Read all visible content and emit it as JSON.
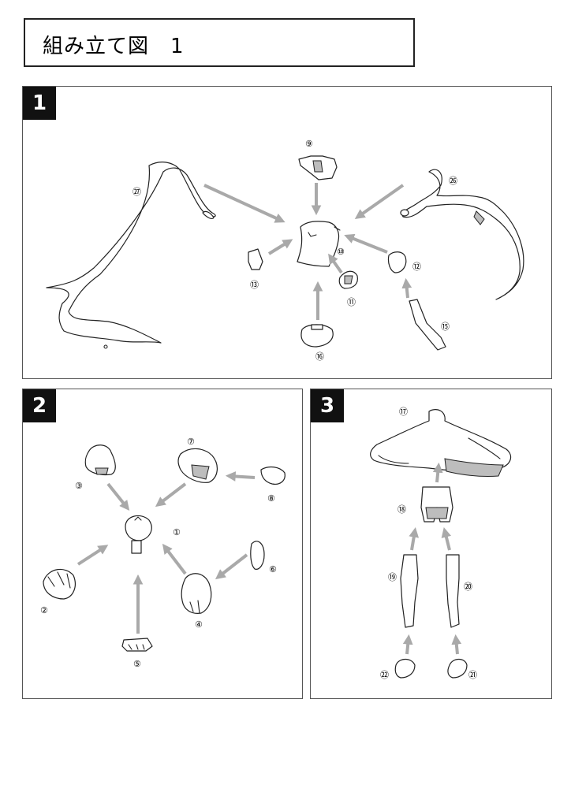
{
  "title": "組み立て図　1",
  "panels": [
    {
      "number": "1"
    },
    {
      "number": "2"
    },
    {
      "number": "3"
    }
  ],
  "parts": {
    "p1": "①",
    "p2": "②",
    "p3": "③",
    "p4": "④",
    "p5": "⑤",
    "p6": "⑥",
    "p7": "⑦",
    "p8": "⑧",
    "p9": "⑨",
    "p10": "⑩",
    "p11": "⑪",
    "p12": "⑫",
    "p13": "⑬",
    "p15": "⑮",
    "p16": "⑯",
    "p17": "⑰",
    "p18": "⑱",
    "p19": "⑲",
    "p20": "⑳",
    "p21": "㉑",
    "p22": "㉒",
    "p26": "㉖",
    "p27": "㉗"
  },
  "colors": {
    "arrow": "#a9a9a9",
    "badge": "#111111",
    "border": "#555555"
  }
}
